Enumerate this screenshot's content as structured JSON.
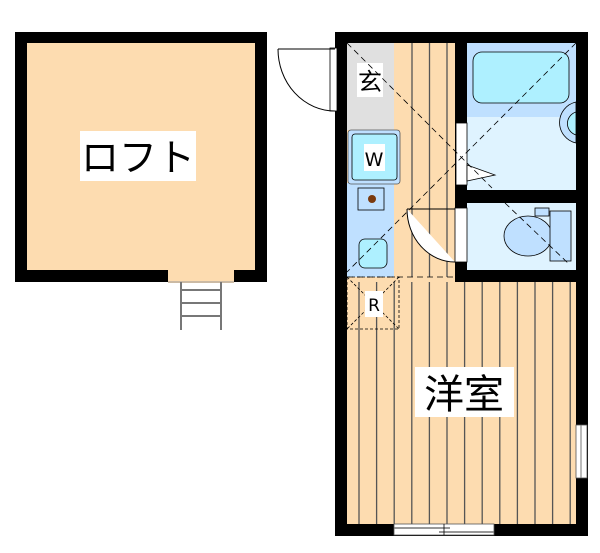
{
  "rooms": {
    "loft": "ロフト",
    "western_room": "洋室",
    "entrance": "玄",
    "washer": "W",
    "fridge": "R"
  },
  "colors": {
    "wall": "#000000",
    "flooring": "#fddcb0",
    "entrance_floor": "#e0e0e0",
    "wet_area": "#bfe0ff",
    "wet_area_light": "#dff3ff",
    "fixture": "#aef0ff",
    "stove_dot": "#7a3a10"
  }
}
